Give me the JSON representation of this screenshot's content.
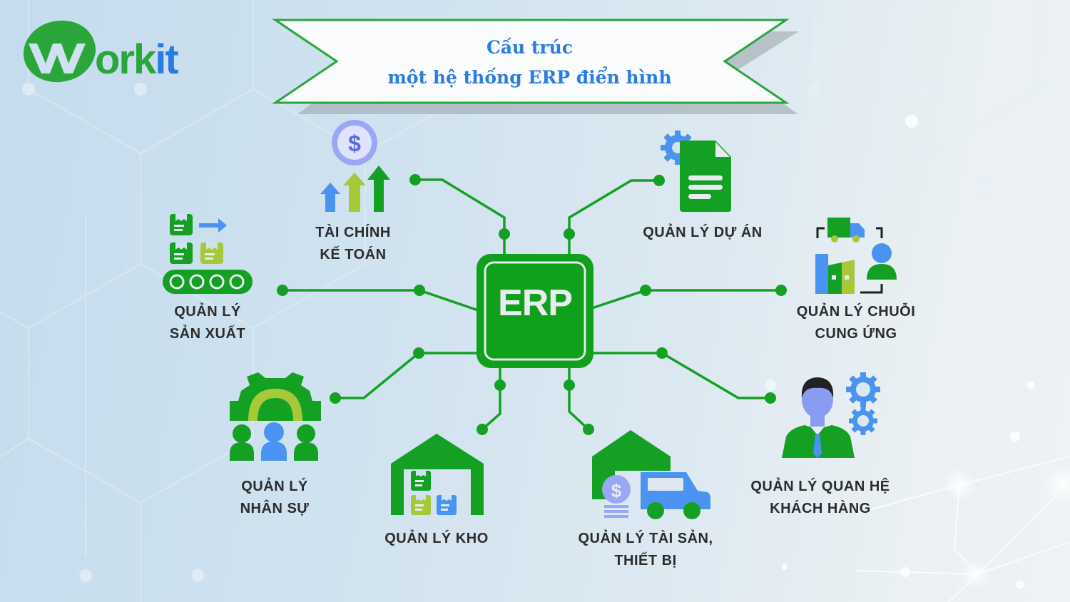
{
  "brand": {
    "logo_prefix": "W",
    "logo_green": "ork",
    "logo_blue": "it",
    "colors": {
      "green": "#2aa63a",
      "blue": "#2a7be4"
    }
  },
  "banner": {
    "title_line1": "Cấu trúc",
    "title_line2": "một hệ thống ERP điển hình",
    "border_color": "#2aa63a",
    "text_color": "#2a7de1"
  },
  "center": {
    "label": "ERP",
    "color": "#0fa01c"
  },
  "modules": [
    {
      "id": "finance",
      "line1": "TÀI CHÍNH",
      "line2": "KẾ TOÁN",
      "icon": "finance-growth-icon"
    },
    {
      "id": "project",
      "line1": "QUẢN LÝ DỰ ÁN",
      "line2": "",
      "icon": "document-gear-icon"
    },
    {
      "id": "production",
      "line1": "QUẢN LÝ",
      "line2": "SẢN XUẤT",
      "icon": "conveyor-belt-icon"
    },
    {
      "id": "supply_chain",
      "line1": "QUẢN LÝ CHUỖI",
      "line2": "CUNG ỨNG",
      "icon": "supply-chain-icon"
    },
    {
      "id": "hr",
      "line1": "QUẢN LÝ",
      "line2": "NHÂN SỰ",
      "icon": "team-gear-icon"
    },
    {
      "id": "crm",
      "line1": "QUẢN LÝ QUAN HỆ",
      "line2": "KHÁCH HÀNG",
      "icon": "businessman-gears-icon"
    },
    {
      "id": "warehouse",
      "line1": "QUẢN LÝ KHO",
      "line2": "",
      "icon": "warehouse-icon"
    },
    {
      "id": "assets",
      "line1": "QUẢN LÝ TÀI SẢN,",
      "line2": "THIẾT BỊ",
      "icon": "assets-truck-icon"
    }
  ],
  "palette": {
    "green_dark": "#13a023",
    "green_light": "#a6c93a",
    "blue": "#4a93f0",
    "lavender": "#9aa7f5",
    "text": "#2c2c2c"
  }
}
